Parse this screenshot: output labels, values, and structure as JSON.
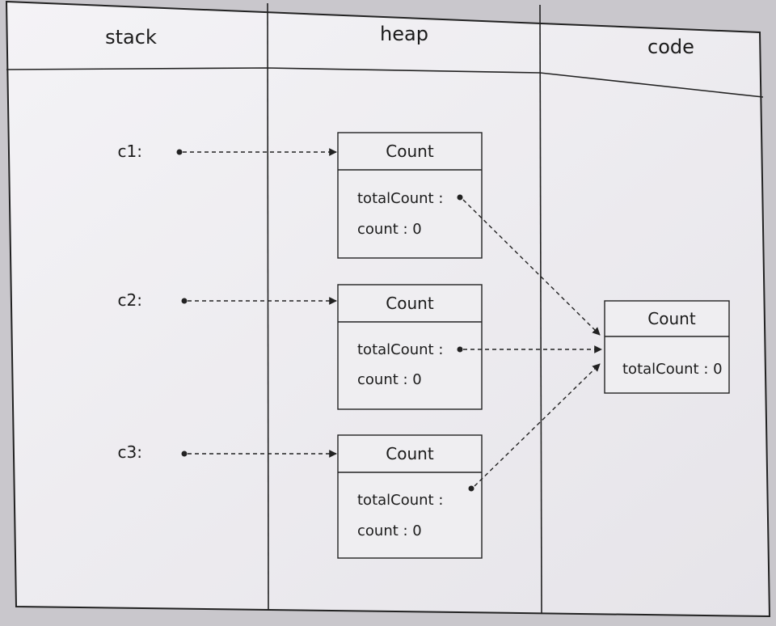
{
  "columns": {
    "stack": "stack",
    "heap": "heap",
    "code": "code"
  },
  "stack_vars": [
    {
      "name": "c1:"
    },
    {
      "name": "c2:"
    },
    {
      "name": "c3:"
    }
  ],
  "heap_objects": [
    {
      "title": "Count",
      "field1": "totalCount :",
      "field2": "count : 0"
    },
    {
      "title": "Count",
      "field1": "totalCount :",
      "field2": "count : 0"
    },
    {
      "title": "Count",
      "field1": "totalCount :",
      "field2": "count : 0"
    }
  ],
  "code_object": {
    "title": "Count",
    "field1": "totalCount : 0"
  },
  "colors": {
    "paper": "#f1f0f3",
    "line": "#222222",
    "background": "#c9c7cc"
  }
}
